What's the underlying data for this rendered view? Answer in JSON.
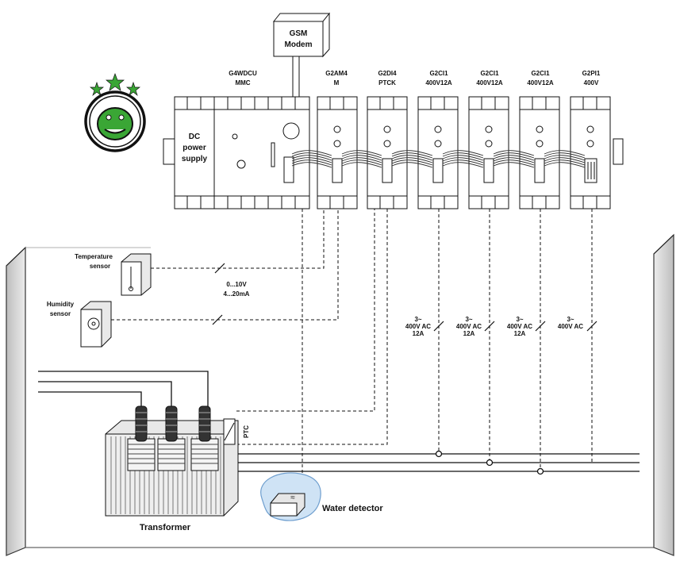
{
  "modem": {
    "line1": "GSM",
    "line2": "Modem"
  },
  "power_supply": {
    "line1": "DC",
    "line2": "power",
    "line3": "supply"
  },
  "modules": [
    {
      "line1": "G4WDCU",
      "line2": "MMC"
    },
    {
      "line1": "G2AM4",
      "line2": "M"
    },
    {
      "line1": "G2DI4",
      "line2": "PTCK"
    },
    {
      "line1": "G2CI1",
      "line2": "400V12A"
    },
    {
      "line1": "G2CI1",
      "line2": "400V12A"
    },
    {
      "line1": "G2CI1",
      "line2": "400V12A"
    },
    {
      "line1": "G2PI1",
      "line2": "400V"
    }
  ],
  "sensors": {
    "temperature": {
      "line1": "Temperature",
      "line2": "sensor"
    },
    "humidity": {
      "line1": "Humidity",
      "line2": "sensor"
    },
    "analog_range1": "0...10V",
    "analog_range2": "4...20mA"
  },
  "measurements": [
    {
      "line1": "3~",
      "line2": "400V AC",
      "line3": "12A"
    },
    {
      "line1": "3~",
      "line2": "400V AC",
      "line3": "12A"
    },
    {
      "line1": "3~",
      "line2": "400V AC",
      "line3": "12A"
    },
    {
      "line1": "3~",
      "line2": "400V AC",
      "line3": ""
    }
  ],
  "ptc_label": "PTC",
  "water_detector": "Water detector",
  "transformer": "Transformer",
  "colors": {
    "line": "#111111",
    "wall_shade": "#d6d6d6",
    "water": "#cfe3f5",
    "water_edge": "#6f9fcf",
    "logo_green": "#3aa635"
  }
}
